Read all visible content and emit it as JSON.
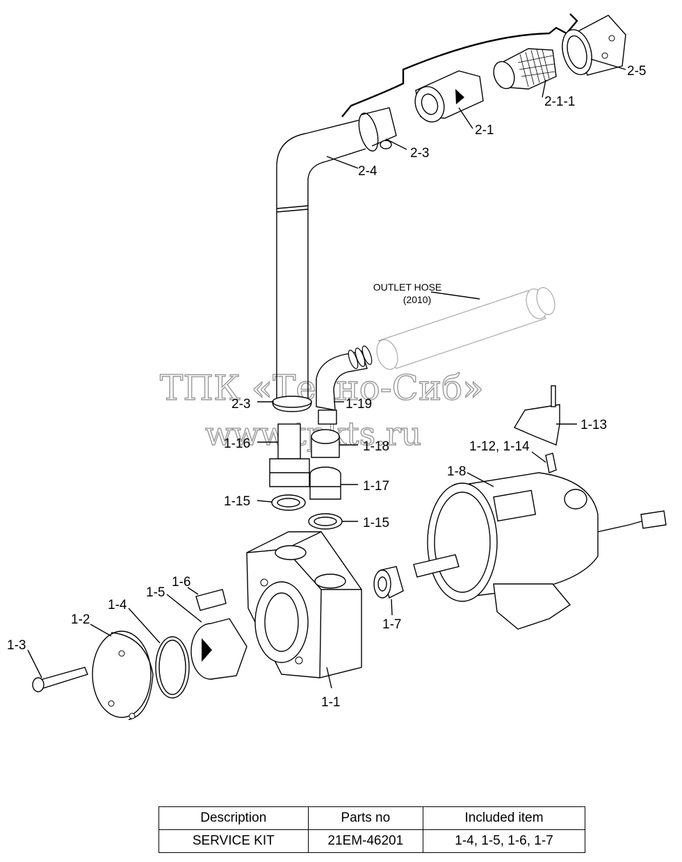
{
  "watermark": {
    "line1": "ТПК «Техно-Сиб»",
    "line2": "www.tpkts.ru"
  },
  "outlet_hose": {
    "line1": "OUTLET HOSE",
    "line2": "(2010)"
  },
  "labels": {
    "p2_5": "2-5",
    "p2_1_1": "2-1-1",
    "p2_1": "2-1",
    "p2_3_top": "2-3",
    "p2_4": "2-4",
    "p2_3_bottom": "2-3",
    "p1_19": "1-19",
    "p1_16": "1-16",
    "p1_18": "1-18",
    "p1_17": "1-17",
    "p1_15_left": "1-15",
    "p1_15_right": "1-15",
    "p1_13": "1-13",
    "p1_12_14": "1-12, 1-14",
    "p1_8": "1-8",
    "p1_7": "1-7",
    "p1_6": "1-6",
    "p1_5": "1-5",
    "p1_4": "1-4",
    "p1_2": "1-2",
    "p1_3": "1-3",
    "p1_1": "1-1"
  },
  "table": {
    "headers": [
      "Description",
      "Parts no",
      "Included item"
    ],
    "rows": [
      [
        "SERVICE KIT",
        "21EM-46201",
        "1-4, 1-5, 1-6, 1-7"
      ]
    ]
  }
}
